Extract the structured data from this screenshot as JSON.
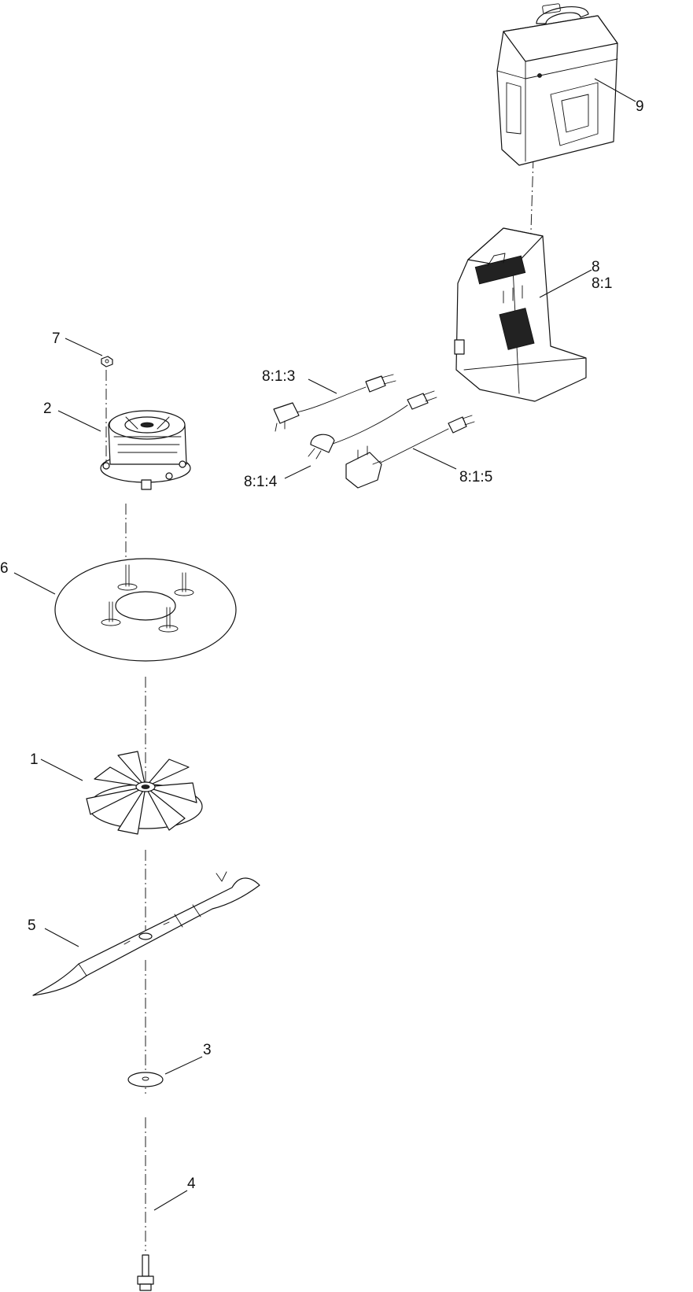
{
  "callouts": [
    {
      "id": "9",
      "text": "9"
    },
    {
      "id": "8",
      "text": "8"
    },
    {
      "id": "8_1",
      "text": "8:1"
    },
    {
      "id": "7",
      "text": "7"
    },
    {
      "id": "8_1_3",
      "text": "8:1:3"
    },
    {
      "id": "2",
      "text": "2"
    },
    {
      "id": "8_1_4",
      "text": "8:1:4"
    },
    {
      "id": "8_1_5",
      "text": "8:1:5"
    },
    {
      "id": "6",
      "text": "6"
    },
    {
      "id": "1",
      "text": "1"
    },
    {
      "id": "5",
      "text": "5"
    },
    {
      "id": "3",
      "text": "3"
    },
    {
      "id": "4",
      "text": "4"
    }
  ]
}
